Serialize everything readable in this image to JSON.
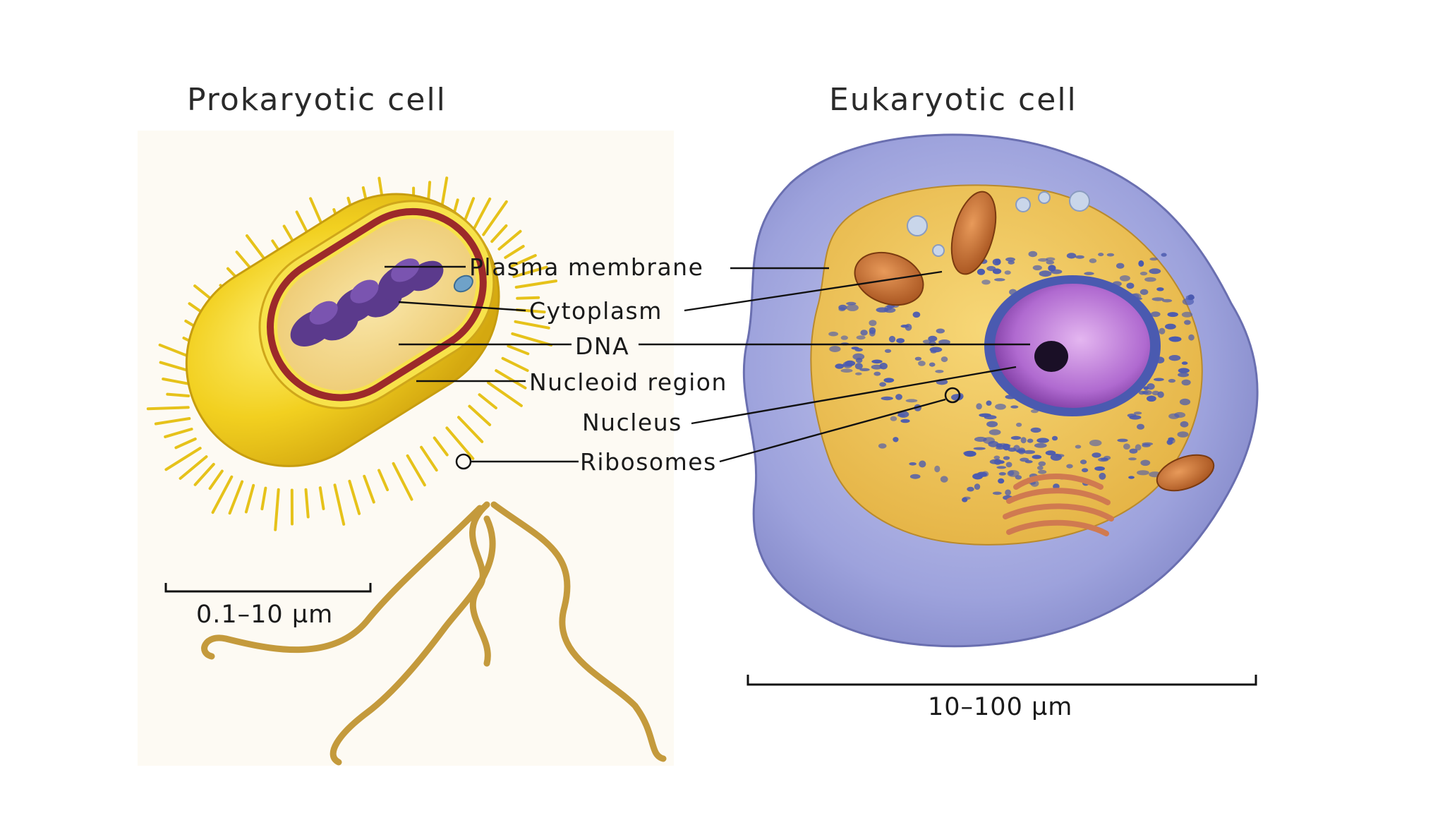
{
  "titles": {
    "prokaryotic": "Prokaryotic cell",
    "eukaryotic": "Eukaryotic cell"
  },
  "labels": {
    "plasma_membrane": "Plasma membrane",
    "cytoplasm": "Cytoplasm",
    "dna": "DNA",
    "nucleoid_region": "Nucleoid region",
    "nucleus": "Nucleus",
    "ribosomes": "Ribosomes"
  },
  "scale_bars": {
    "prokaryotic": "0.1–10 µm",
    "eukaryotic": "10–100 µm"
  },
  "colors": {
    "prokaryote_body": "#f2d020",
    "prokaryote_wall": "#f7e24a",
    "prokaryote_membrane": "#9c2a2a",
    "nucleoid_dna": "#5b3a8c",
    "flagellum": "#c49a3c",
    "eukaryote_membrane": "#8c8fd1",
    "eukaryote_cytoplasm": "#f0c24c",
    "nucleus": "#b06ad0",
    "nucleolus": "#1a0f26",
    "er": "#4a5ab0",
    "mitochondria": "#c86a2c",
    "golgi": "#d07a50"
  }
}
